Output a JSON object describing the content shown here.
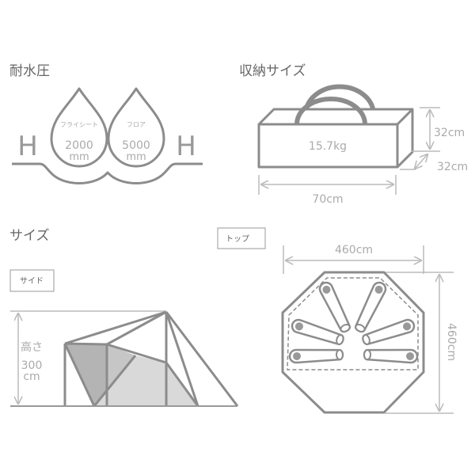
{
  "water_pressure": {
    "title": "耐水圧",
    "height_symbol": "H",
    "fly": {
      "label": "フライシート",
      "value": "2000",
      "unit": "mm"
    },
    "floor": {
      "label": "フロア",
      "value": "5000",
      "unit": "mm"
    }
  },
  "storage": {
    "title": "収納サイズ",
    "weight": "15.7kg",
    "height": "32cm",
    "depth": "32cm",
    "width": "70cm"
  },
  "size": {
    "title": "サイズ",
    "side": {
      "tag": "サイド",
      "height_label": "高さ",
      "height_value": "300",
      "height_unit": "cm"
    },
    "top": {
      "tag": "トップ",
      "width": "460cm",
      "depth": "460cm"
    }
  },
  "colors": {
    "stroke": "#8c8c8c",
    "text": "#aaaaaa",
    "title": "#666666"
  }
}
